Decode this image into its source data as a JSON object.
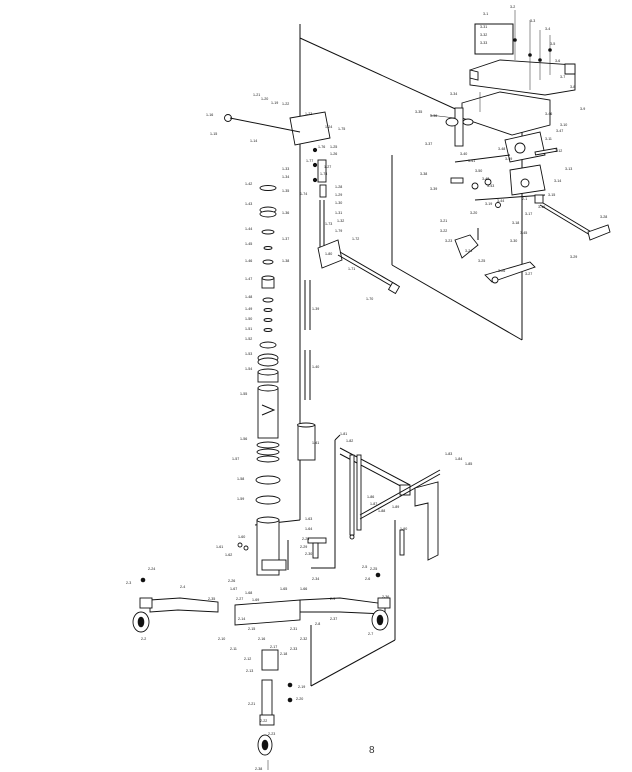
{
  "page_number": "8",
  "callouts": [
    {
      "id": "c1",
      "text": "1-21"
    },
    {
      "id": "c2",
      "text": "1-20"
    },
    {
      "id": "c3",
      "text": "1-19"
    },
    {
      "id": "c4",
      "text": "1-16"
    },
    {
      "id": "c5",
      "text": "1-15"
    },
    {
      "id": "c6",
      "text": "1-14"
    },
    {
      "id": "c7",
      "text": "1-22"
    },
    {
      "id": "c8",
      "text": "1-23"
    },
    {
      "id": "c9",
      "text": "1-24"
    },
    {
      "id": "c10",
      "text": "1-25"
    },
    {
      "id": "c11",
      "text": "1-26"
    },
    {
      "id": "c12",
      "text": "1-27"
    },
    {
      "id": "c13",
      "text": "1-28"
    },
    {
      "id": "c14",
      "text": "1-29"
    },
    {
      "id": "c15",
      "text": "1-30"
    },
    {
      "id": "c16",
      "text": "1-31"
    },
    {
      "id": "c17",
      "text": "1-32"
    },
    {
      "id": "c18",
      "text": "1-33"
    },
    {
      "id": "c19",
      "text": "1-34"
    },
    {
      "id": "c20",
      "text": "1-35"
    },
    {
      "id": "c21",
      "text": "1-36"
    },
    {
      "id": "c22",
      "text": "1-37"
    },
    {
      "id": "c23",
      "text": "1-38"
    },
    {
      "id": "c24",
      "text": "1-39"
    },
    {
      "id": "c25",
      "text": "1-40"
    },
    {
      "id": "c26",
      "text": "1-41"
    },
    {
      "id": "c27",
      "text": "1-42"
    },
    {
      "id": "c28",
      "text": "1-43"
    },
    {
      "id": "c29",
      "text": "1-44"
    },
    {
      "id": "c30",
      "text": "1-45"
    },
    {
      "id": "c31",
      "text": "1-46"
    },
    {
      "id": "c32",
      "text": "1-47"
    },
    {
      "id": "c33",
      "text": "1-48"
    },
    {
      "id": "c34",
      "text": "1-49"
    },
    {
      "id": "c35",
      "text": "1-50"
    },
    {
      "id": "c36",
      "text": "1-51"
    },
    {
      "id": "c37",
      "text": "1-52"
    },
    {
      "id": "c38",
      "text": "1-53"
    },
    {
      "id": "c39",
      "text": "1-54"
    },
    {
      "id": "c40",
      "text": "1-55"
    },
    {
      "id": "c41",
      "text": "1-56"
    },
    {
      "id": "c42",
      "text": "1-57"
    },
    {
      "id": "c43",
      "text": "1-58"
    },
    {
      "id": "c44",
      "text": "1-59"
    },
    {
      "id": "c45",
      "text": "1-60"
    },
    {
      "id": "c46",
      "text": "1-61"
    },
    {
      "id": "c47",
      "text": "1-62"
    },
    {
      "id": "c48",
      "text": "1-63"
    },
    {
      "id": "c49",
      "text": "1-64"
    },
    {
      "id": "c50",
      "text": "1-65"
    },
    {
      "id": "c51",
      "text": "1-66"
    },
    {
      "id": "c52",
      "text": "1-67"
    },
    {
      "id": "c53",
      "text": "1-68"
    },
    {
      "id": "c54",
      "text": "1-69"
    },
    {
      "id": "c55",
      "text": "1-70"
    },
    {
      "id": "c56",
      "text": "1-71"
    },
    {
      "id": "c57",
      "text": "1-72"
    },
    {
      "id": "c58",
      "text": "1-73"
    },
    {
      "id": "c59",
      "text": "1-74"
    },
    {
      "id": "c60",
      "text": "1-75"
    },
    {
      "id": "c61",
      "text": "1-76"
    },
    {
      "id": "c62",
      "text": "1-77"
    },
    {
      "id": "c63",
      "text": "1-78"
    },
    {
      "id": "c64",
      "text": "1-79"
    },
    {
      "id": "c65",
      "text": "1-80"
    },
    {
      "id": "c66",
      "text": "1-81"
    },
    {
      "id": "c67",
      "text": "1-82"
    },
    {
      "id": "c68",
      "text": "1-83"
    },
    {
      "id": "c69",
      "text": "1-84"
    },
    {
      "id": "c70",
      "text": "1-85"
    },
    {
      "id": "c71",
      "text": "1-86"
    },
    {
      "id": "c72",
      "text": "1-87"
    },
    {
      "id": "c73",
      "text": "1-88"
    },
    {
      "id": "c74",
      "text": "1-89"
    },
    {
      "id": "c75",
      "text": "1-90"
    },
    {
      "id": "c76",
      "text": "3-1"
    },
    {
      "id": "c77",
      "text": "3-2"
    },
    {
      "id": "c78",
      "text": "3-3"
    },
    {
      "id": "c79",
      "text": "3-4"
    },
    {
      "id": "c80",
      "text": "3-5"
    },
    {
      "id": "c81",
      "text": "3-6"
    },
    {
      "id": "c82",
      "text": "3-7"
    },
    {
      "id": "c83",
      "text": "3-8"
    },
    {
      "id": "c84",
      "text": "3-9"
    },
    {
      "id": "c85",
      "text": "3-10"
    },
    {
      "id": "c86",
      "text": "3-11"
    },
    {
      "id": "c87",
      "text": "3-12"
    },
    {
      "id": "c88",
      "text": "3-13"
    },
    {
      "id": "c89",
      "text": "3-14"
    },
    {
      "id": "c90",
      "text": "3-15"
    },
    {
      "id": "c91",
      "text": "3-16"
    },
    {
      "id": "c92",
      "text": "3-17"
    },
    {
      "id": "c93",
      "text": "3-18"
    },
    {
      "id": "c94",
      "text": "3-19"
    },
    {
      "id": "c95",
      "text": "3-20"
    },
    {
      "id": "c96",
      "text": "3-21"
    },
    {
      "id": "c97",
      "text": "3-22"
    },
    {
      "id": "c98",
      "text": "3-23"
    },
    {
      "id": "c99",
      "text": "3-24"
    },
    {
      "id": "c100",
      "text": "3-25"
    },
    {
      "id": "c101",
      "text": "3-26"
    },
    {
      "id": "c102",
      "text": "3-27"
    },
    {
      "id": "c103",
      "text": "3-28"
    },
    {
      "id": "c104",
      "text": "3-29"
    },
    {
      "id": "c105",
      "text": "3-30"
    },
    {
      "id": "c106",
      "text": "3-31"
    },
    {
      "id": "c107",
      "text": "3-32"
    },
    {
      "id": "c108",
      "text": "3-33"
    },
    {
      "id": "c109",
      "text": "3-34"
    },
    {
      "id": "c110",
      "text": "3-35"
    },
    {
      "id": "c111",
      "text": "3-36"
    },
    {
      "id": "c112",
      "text": "3-37"
    },
    {
      "id": "c113",
      "text": "3-38"
    },
    {
      "id": "c114",
      "text": "3-39"
    },
    {
      "id": "c115",
      "text": "3-40"
    },
    {
      "id": "c116",
      "text": "3-41"
    },
    {
      "id": "c117",
      "text": "3-42"
    },
    {
      "id": "c118",
      "text": "3-43"
    },
    {
      "id": "c119",
      "text": "3-44"
    },
    {
      "id": "c120",
      "text": "3-45"
    },
    {
      "id": "c121",
      "text": "3-46"
    },
    {
      "id": "c122",
      "text": "3-47"
    },
    {
      "id": "c123",
      "text": "3-48"
    },
    {
      "id": "c124",
      "text": "3-49"
    },
    {
      "id": "c125",
      "text": "3-50"
    },
    {
      "id": "c126",
      "text": "2-1"
    },
    {
      "id": "c127",
      "text": "2-2"
    },
    {
      "id": "c128",
      "text": "2-3"
    },
    {
      "id": "c129",
      "text": "2-4"
    },
    {
      "id": "c130",
      "text": "2-5"
    },
    {
      "id": "c131",
      "text": "2-6"
    },
    {
      "id": "c132",
      "text": "2-7"
    },
    {
      "id": "c133",
      "text": "2-8"
    },
    {
      "id": "c134",
      "text": "2-9"
    },
    {
      "id": "c135",
      "text": "2-10"
    },
    {
      "id": "c136",
      "text": "2-11"
    },
    {
      "id": "c137",
      "text": "2-12"
    },
    {
      "id": "c138",
      "text": "2-13"
    },
    {
      "id": "c139",
      "text": "2-14"
    },
    {
      "id": "c140",
      "text": "2-15"
    },
    {
      "id": "c141",
      "text": "2-16"
    },
    {
      "id": "c142",
      "text": "2-17"
    },
    {
      "id": "c143",
      "text": "2-18"
    },
    {
      "id": "c144",
      "text": "2-19"
    },
    {
      "id": "c145",
      "text": "2-20"
    },
    {
      "id": "c146",
      "text": "2-21"
    },
    {
      "id": "c147",
      "text": "2-22"
    },
    {
      "id": "c148",
      "text": "2-23"
    },
    {
      "id": "c149",
      "text": "2-24"
    },
    {
      "id": "c150",
      "text": "2-25"
    },
    {
      "id": "c151",
      "text": "2-26"
    },
    {
      "id": "c152",
      "text": "2-27"
    },
    {
      "id": "c153",
      "text": "2-28"
    },
    {
      "id": "c154",
      "text": "2-29"
    },
    {
      "id": "c155",
      "text": "2-30"
    },
    {
      "id": "c156",
      "text": "2-31"
    },
    {
      "id": "c157",
      "text": "2-32"
    },
    {
      "id": "c158",
      "text": "2-33"
    },
    {
      "id": "c159",
      "text": "2-34"
    },
    {
      "id": "c160",
      "text": "2-35"
    },
    {
      "id": "c161",
      "text": "2-36"
    },
    {
      "id": "c162",
      "text": "2-37"
    },
    {
      "id": "c163",
      "text": "2-38"
    }
  ]
}
